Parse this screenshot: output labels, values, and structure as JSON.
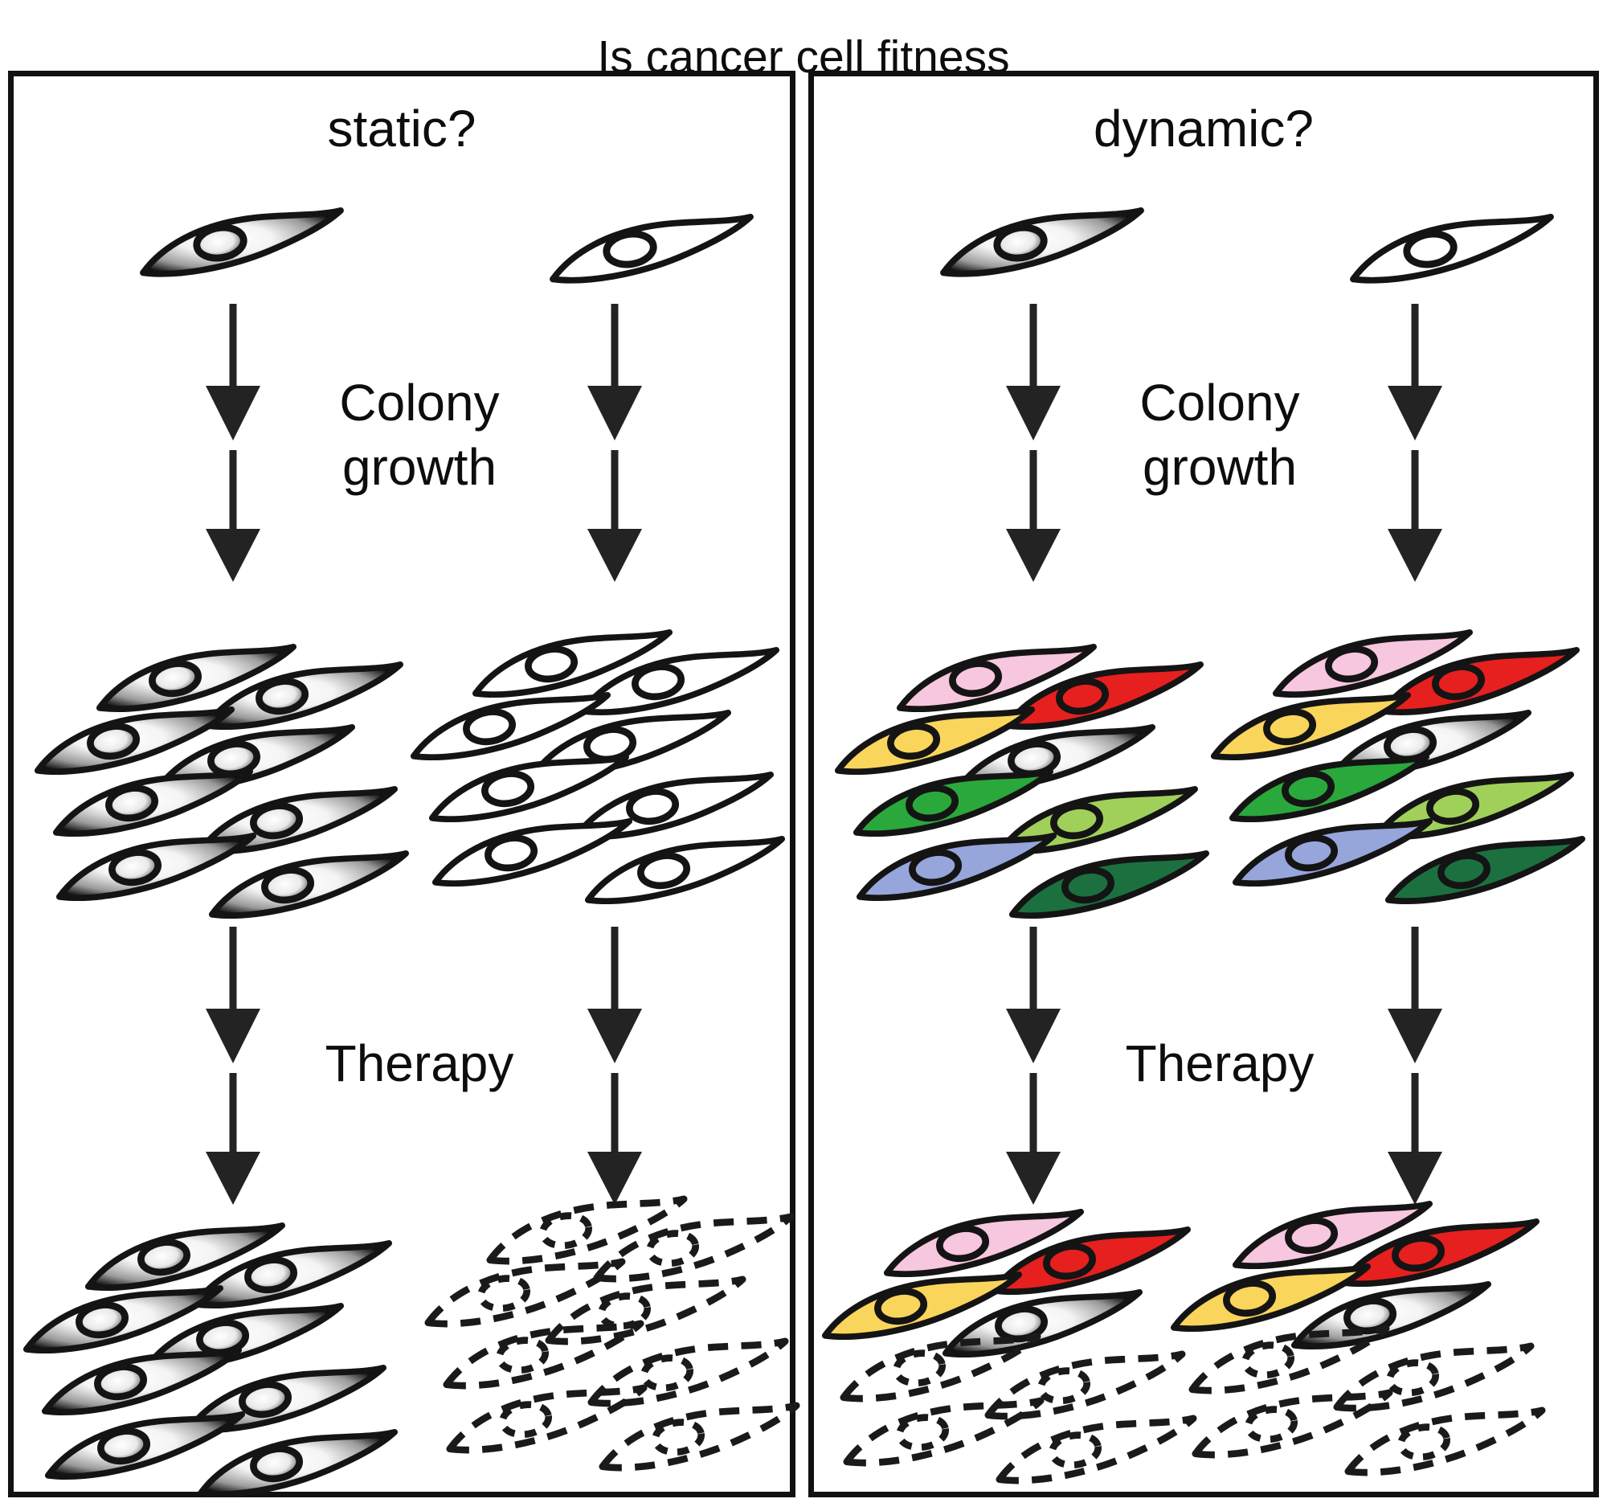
{
  "figure_title": "Is cancer cell fitness",
  "cell_colors": {
    "pink": "#F7C6DF",
    "red": "#E5201E",
    "yellow": "#FAD55C",
    "green": "#2AA83C",
    "light-green": "#A0D05A",
    "blue": "#96A5DA",
    "dark-green": "#1C7040",
    "white-outline": "#FFFFFF",
    "outline_stroke": "#141414",
    "arrow": "#232323"
  },
  "panels": [
    {
      "id": "static",
      "label": "static?",
      "growth_label": [
        "Colony",
        "growth"
      ],
      "therapy_label": "Therapy",
      "seed_cells": [
        "gray-gradient",
        "white-outline"
      ],
      "colonies_after_growth": [
        [
          "gray-gradient",
          "gray-gradient",
          "gray-gradient",
          "gray-gradient",
          "gray-gradient",
          "gray-gradient",
          "gray-gradient",
          "gray-gradient"
        ],
        [
          "white-outline",
          "white-outline",
          "white-outline",
          "white-outline",
          "white-outline",
          "white-outline",
          "white-outline",
          "white-outline"
        ]
      ],
      "colonies_after_therapy": [
        [
          "gray-gradient",
          "gray-gradient",
          "gray-gradient",
          "gray-gradient",
          "gray-gradient",
          "gray-gradient",
          "gray-gradient",
          "gray-gradient"
        ],
        [
          "dead",
          "dead",
          "dead",
          "dead",
          "dead",
          "dead",
          "dead",
          "dead"
        ]
      ]
    },
    {
      "id": "dynamic",
      "label": "dynamic?",
      "growth_label": [
        "Colony",
        "growth"
      ],
      "therapy_label": "Therapy",
      "seed_cells": [
        "gray-gradient",
        "white-outline"
      ],
      "colonies_after_growth": [
        [
          "pink",
          "red",
          "yellow",
          "gray-gradient",
          "green",
          "light-green",
          "blue",
          "dark-green"
        ],
        [
          "pink",
          "red",
          "yellow",
          "gray-gradient",
          "green",
          "light-green",
          "blue",
          "dark-green"
        ]
      ],
      "colonies_after_therapy": [
        [
          "pink",
          "red",
          "yellow",
          "gray-gradient",
          "dead",
          "dead",
          "dead",
          "dead"
        ],
        [
          "pink",
          "red",
          "yellow",
          "gray-gradient",
          "dead",
          "dead",
          "dead",
          "dead"
        ]
      ]
    }
  ]
}
